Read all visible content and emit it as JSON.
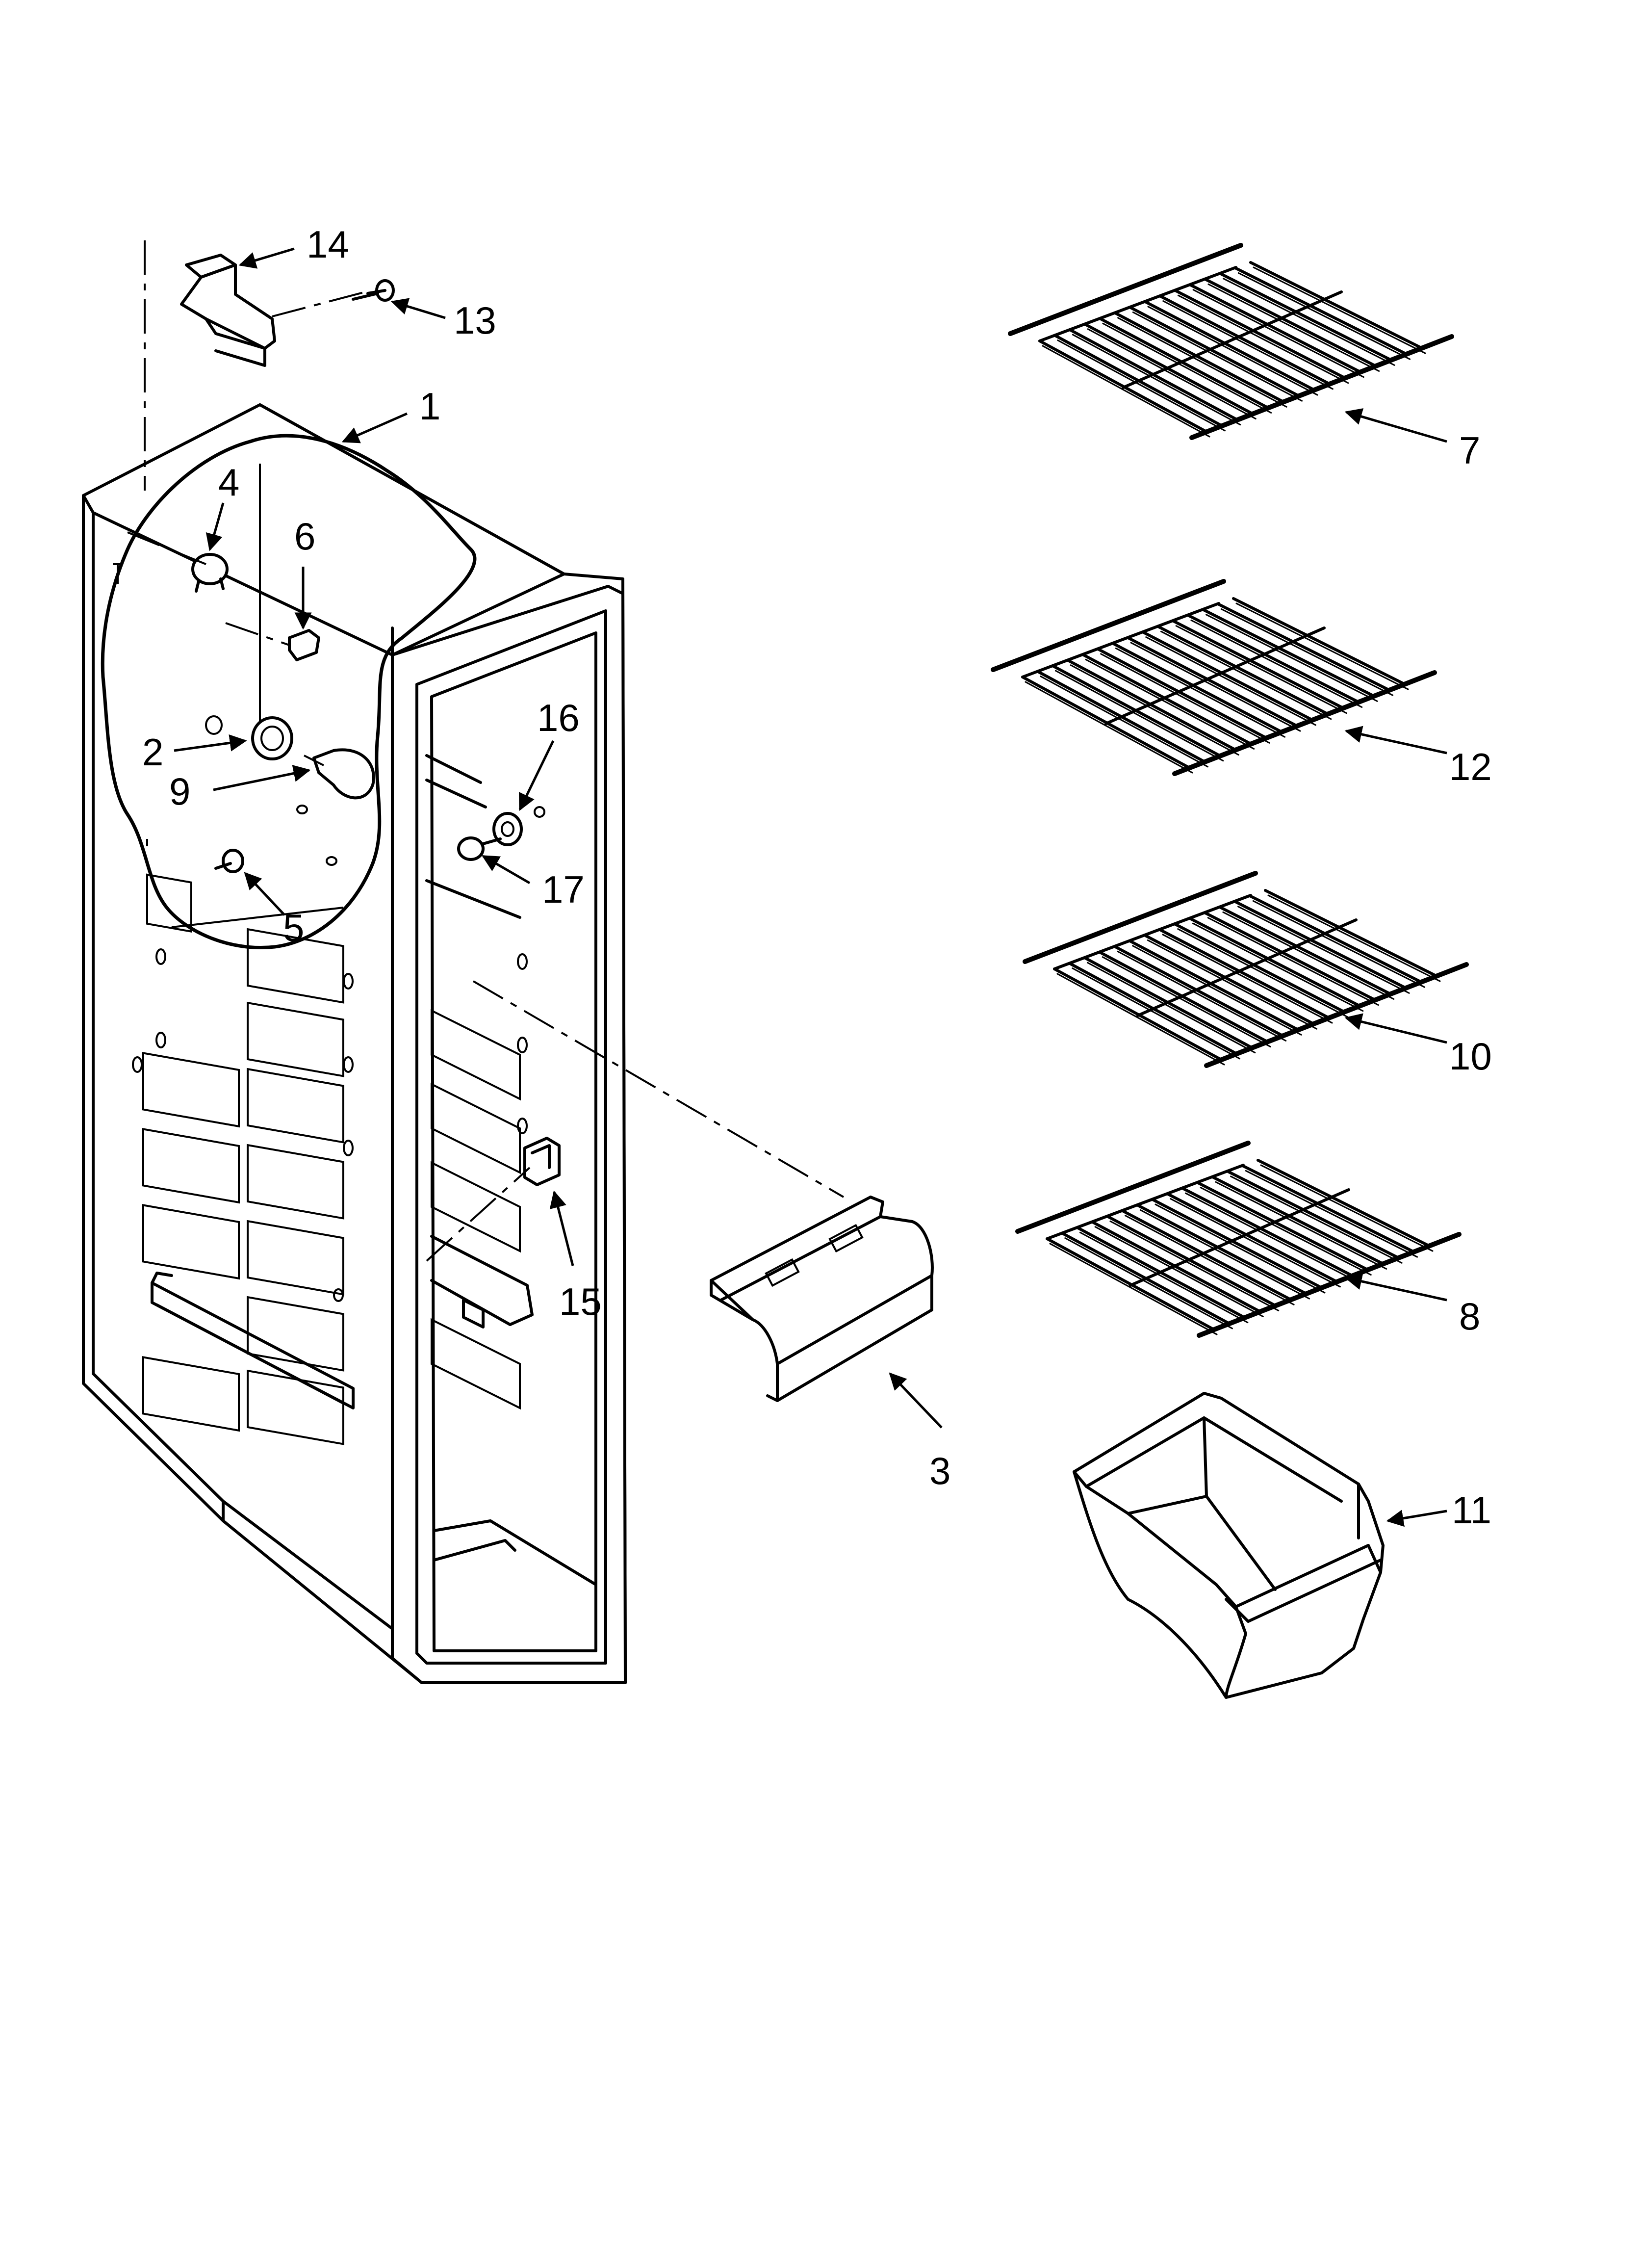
{
  "diagram": {
    "callouts": [
      {
        "id": "14",
        "text": "14"
      },
      {
        "id": "13",
        "text": "13"
      },
      {
        "id": "1",
        "text": "1"
      },
      {
        "id": "4",
        "text": "4"
      },
      {
        "id": "6",
        "text": "6"
      },
      {
        "id": "16",
        "text": "16"
      },
      {
        "id": "2",
        "text": "2"
      },
      {
        "id": "9",
        "text": "9"
      },
      {
        "id": "17",
        "text": "17"
      },
      {
        "id": "5",
        "text": "5"
      },
      {
        "id": "15",
        "text": "15"
      },
      {
        "id": "3",
        "text": "3"
      },
      {
        "id": "7",
        "text": "7"
      },
      {
        "id": "12",
        "text": "12"
      },
      {
        "id": "10",
        "text": "10"
      },
      {
        "id": "8",
        "text": "8"
      },
      {
        "id": "11",
        "text": "11"
      }
    ],
    "colors": {
      "line": "#000000",
      "background": "#ffffff"
    }
  }
}
